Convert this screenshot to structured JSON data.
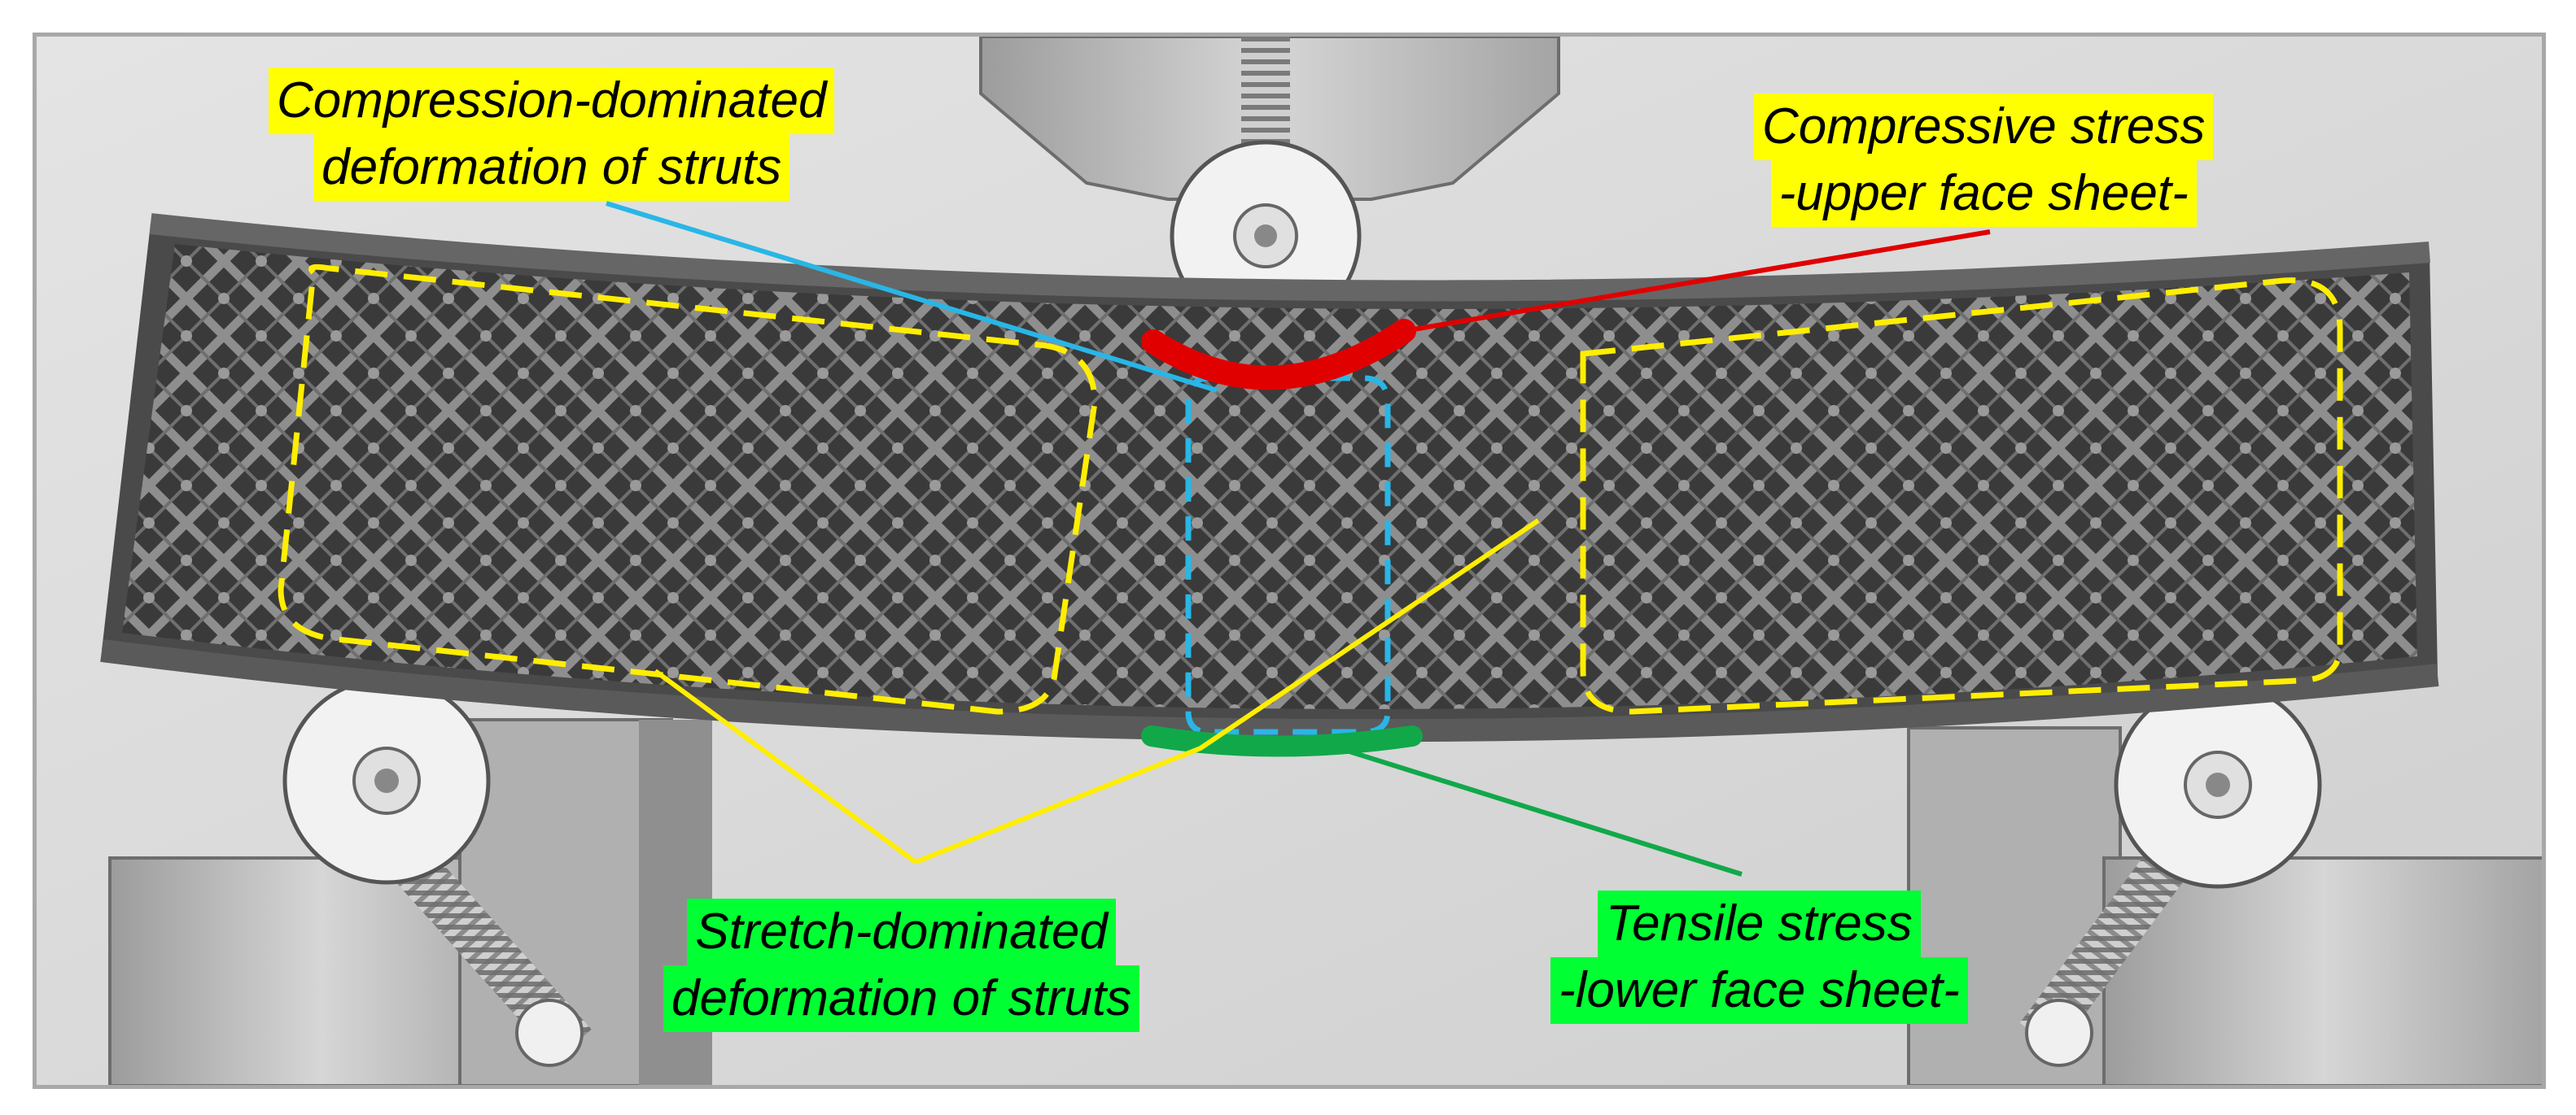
{
  "annotations": {
    "compression_struts": {
      "line1": "Compression-dominated",
      "line2": "deformation of struts",
      "highlight_color": "#ffff00",
      "leader_color": "#29b6e6"
    },
    "compressive_stress": {
      "line1": "Compressive stress",
      "line2": "-upper face sheet-",
      "highlight_color": "#ffff00",
      "leader_color": "#e00000"
    },
    "stretch_struts": {
      "line1": "Stretch-dominated",
      "line2": "deformation of struts",
      "highlight_color": "#00ff33",
      "leader_color": "#ffee00"
    },
    "tensile_stress": {
      "line1": "Tensile stress",
      "line2": "-lower face sheet-",
      "highlight_color": "#00ff33",
      "leader_color": "#11a84a"
    }
  },
  "colors": {
    "background": "#d9d9d9",
    "beam": "#4a4a4a",
    "lattice": "#8e8e8e",
    "roller": "#f2f2f2",
    "fixture": "#bdbdbd",
    "frame_border": "#a8a8a8"
  }
}
